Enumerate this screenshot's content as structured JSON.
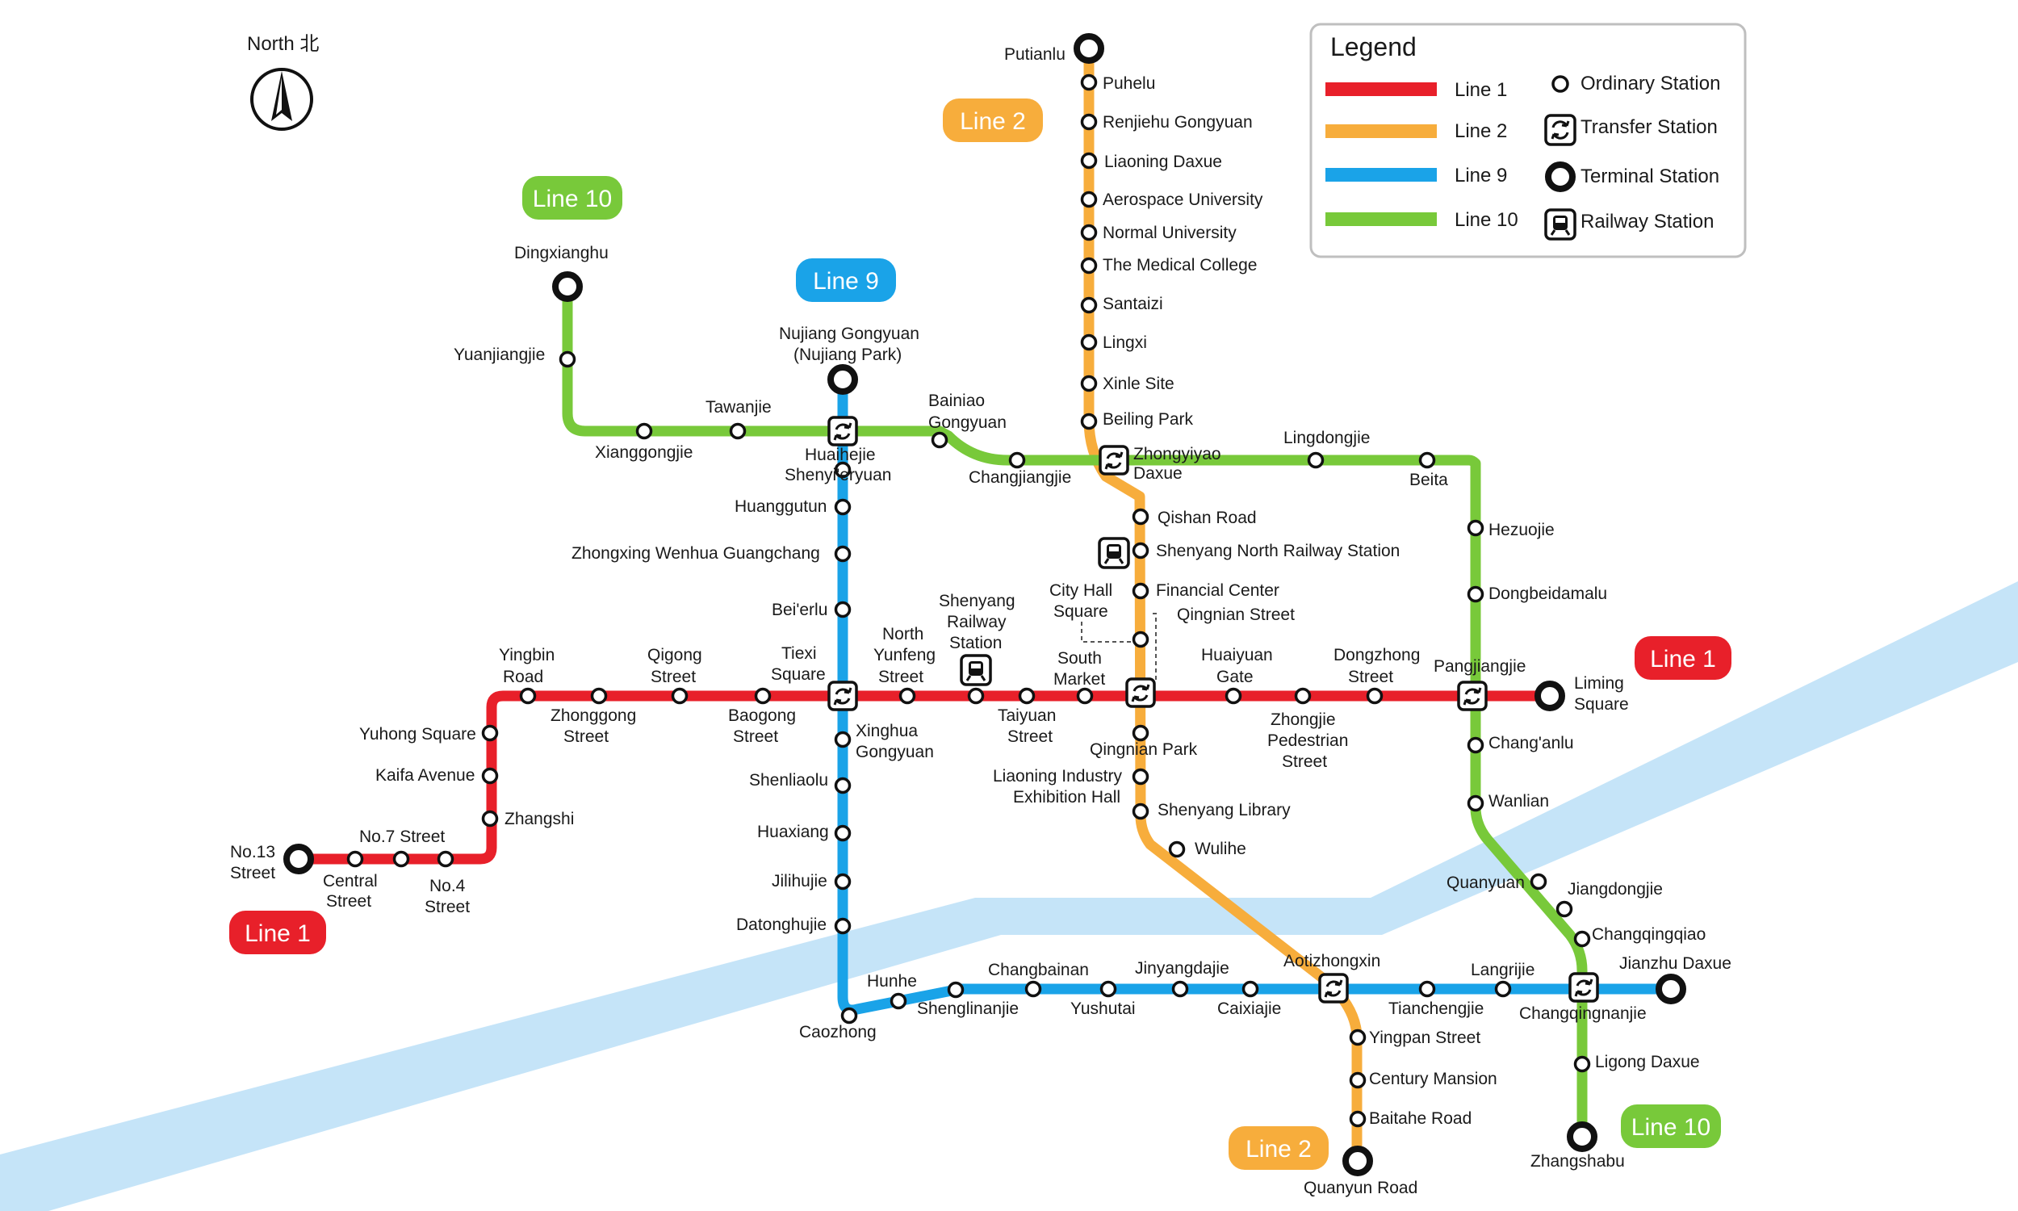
{
  "compass": {
    "label": "North 北"
  },
  "legend": {
    "title": "Legend",
    "lines": [
      "Line 1",
      "Line 2",
      "Line 9",
      "Line 10"
    ],
    "symbols": [
      "Ordinary Station",
      "Transfer Station",
      "Terminal Station",
      "Railway Station"
    ]
  },
  "colors": {
    "line1": "#e8202a",
    "line2": "#f7ad3c",
    "line9": "#1aa3e8",
    "line10": "#78c93a",
    "river": "#c5e4f8"
  },
  "badges": [
    "Line 1",
    "Line 1",
    "Line 2",
    "Line 2",
    "Line 9",
    "Line 10",
    "Line 10"
  ],
  "railway_icon": "train-icon",
  "transfer_icon": "transfer-arrows-icon",
  "stations": [
    "No.13 Street",
    "Central Street",
    "No.7 Street",
    "No.4 Street",
    "Zhangshi",
    "Kaifa Avenue",
    "Yuhong Square",
    "Yingbin Road",
    "Zhonggong Street",
    "Qigong Street",
    "Baogong Street",
    "Tiexi Square",
    "North Yunfeng Street",
    "Shenyang Railway Station",
    "Taiyuan Street",
    "South Market",
    "City Hall Square",
    "Huaiyuan Gate",
    "Zhongjie Pedestrian Street",
    "Dongzhong Street",
    "Pangjiangjie",
    "Liming Square",
    "Putianlu",
    "Puhelu",
    "Renjiehu Gongyuan",
    "Liaoning Daxue",
    "Aerospace University",
    "Normal University",
    "The Medical College",
    "Santaizi",
    "Lingxi",
    "Xinle Site",
    "Beiling Park",
    "Zhongyiyao Daxue",
    "Qishan Road",
    "Shenyang North Railway Station",
    "Financial Center",
    "Qingnian Street",
    "Qingnian Park",
    "Liaoning Industry Exhibition Hall",
    "Shenyang Library",
    "Wulihe",
    "Aotizhongxin",
    "Yingpan Street",
    "Century Mansion",
    "Baitahe Road",
    "Quanyun Road",
    "Nujiang Gongyuan (Nujiang Park)",
    "Huaihejie",
    "Shenyi'eryuan",
    "Huanggutun",
    "Zhongxing Wenhua Guangchang",
    "Bei'erlu",
    "Xinghua Gongyuan",
    "Shenliaolu",
    "Huaxiang",
    "Jilihujie",
    "Datonghujie",
    "Caozhong",
    "Hunhe",
    "Shenglinanjie",
    "Changbainan",
    "Yushutai",
    "Jinyangdajie",
    "Caixiajie",
    "Tianchengjie",
    "Langrijie",
    "Changqingnanjie",
    "Jianzhu Daxue",
    "Dingxianghu",
    "Yuanjiangjie",
    "Xianggongjie",
    "Tawanjie",
    "Bainiao Gongyuan",
    "Changjiangjie",
    "Lingdongjie",
    "Beita",
    "Hezuojie",
    "Dongbeidamalu",
    "Chang'anlu",
    "Wanlian",
    "Quanyuan",
    "Jiangdongjie",
    "Changqingqiao",
    "Ligong Daxue",
    "Zhangshabu"
  ]
}
